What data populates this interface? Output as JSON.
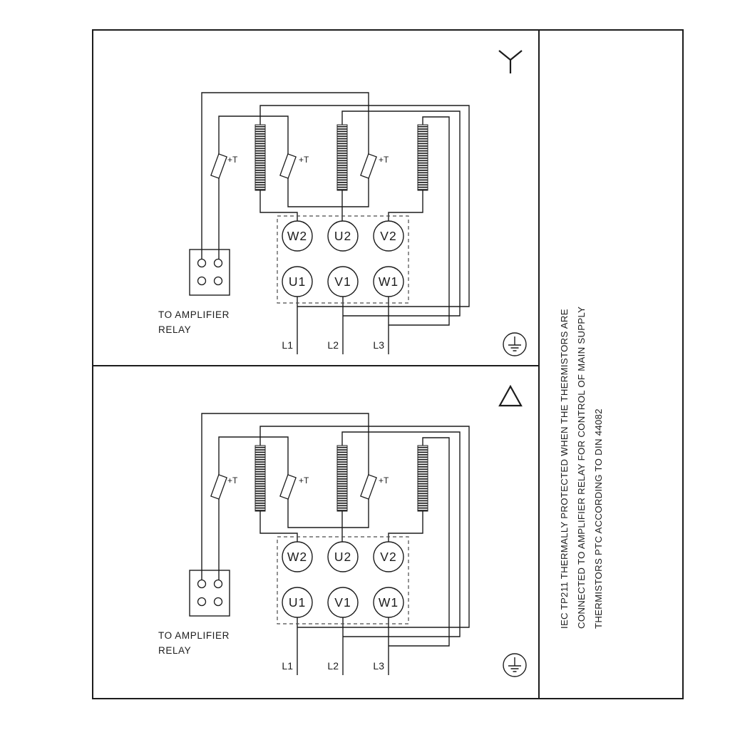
{
  "frame": {
    "background": "#ffffff",
    "line_color": "#1c1c1c"
  },
  "side_panel": {
    "note_lines": [
      "IEC TP211 THERMALLY PROTECTED WHEN THE THERMISTORS ARE",
      "CONNECTED TO AMPLIFIER RELAY FOR CONTROL OF MAIN SUPPLY",
      "THERMISTORS PTC ACCORDING TO DIN 44082"
    ]
  },
  "sections": [
    {
      "name": "star-connection",
      "symbol_icon": "star-icon",
      "terminal_box": {
        "top_row": [
          "W2",
          "U2",
          "V2"
        ],
        "bottom_row": [
          "U1",
          "V1",
          "W1"
        ]
      },
      "thermistor_labels": [
        "+T",
        "+T",
        "+T"
      ],
      "amplifier_note_line1": "TO AMPLIFIER",
      "amplifier_note_line2": "RELAY",
      "supply_labels": [
        "L1",
        "L2",
        "L3"
      ],
      "ground_icon": "earth-ground-icon"
    },
    {
      "name": "delta-connection",
      "symbol_icon": "delta-icon",
      "terminal_box": {
        "top_row": [
          "W2",
          "U2",
          "V2"
        ],
        "bottom_row": [
          "U1",
          "V1",
          "W1"
        ]
      },
      "thermistor_labels": [
        "+T",
        "+T",
        "+T"
      ],
      "amplifier_note_line1": "TO AMPLIFIER",
      "amplifier_note_line2": "RELAY",
      "supply_labels": [
        "L1",
        "L2",
        "L3"
      ],
      "ground_icon": "earth-ground-icon"
    }
  ]
}
